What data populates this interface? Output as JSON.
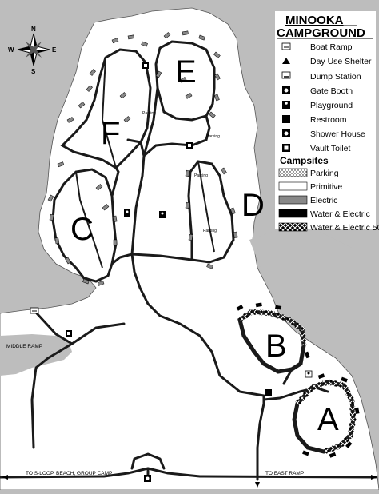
{
  "map": {
    "title_line1": "MINOOKA",
    "title_line2": "CAMPGROUND",
    "compass": {
      "n": "N",
      "s": "S",
      "e": "E",
      "w": "W"
    },
    "loops": [
      "A",
      "B",
      "C",
      "D",
      "E",
      "F"
    ],
    "labels": {
      "middle_ramp": "MIDDLE RAMP",
      "to_s_loop": "TO S-LOOP, BEACH, GROUP CAMP",
      "to_east_ramp": "TO EAST RAMP",
      "parking": "Parking"
    },
    "legend": {
      "facilities": [
        {
          "icon": "boat-ramp-icon",
          "label": "Boat Ramp"
        },
        {
          "icon": "day-use-shelter-icon",
          "label": "Day Use Shelter"
        },
        {
          "icon": "dump-station-icon",
          "label": "Dump Station"
        },
        {
          "icon": "gate-booth-icon",
          "label": "Gate Booth"
        },
        {
          "icon": "playground-icon",
          "label": "Playground"
        },
        {
          "icon": "restroom-icon",
          "label": "Restroom"
        },
        {
          "icon": "shower-house-icon",
          "label": "Shower House"
        },
        {
          "icon": "vault-toilet-icon",
          "label": "Vault Toilet"
        }
      ],
      "campsites_heading": "Campsites",
      "campsites": [
        {
          "swatch": "parking",
          "label": "Parking"
        },
        {
          "swatch": "primitive",
          "label": "Primitive"
        },
        {
          "swatch": "electric",
          "label": "Electric"
        },
        {
          "swatch": "water-electric",
          "label": "Water & Electric"
        },
        {
          "swatch": "water-electric-50",
          "label": "Water & Electric 50"
        }
      ]
    },
    "colors": {
      "lake": "#bdbdbd",
      "land": "#ffffff",
      "road": "#1a1a1a",
      "electric": "#888888",
      "water_electric": "#000000"
    }
  }
}
